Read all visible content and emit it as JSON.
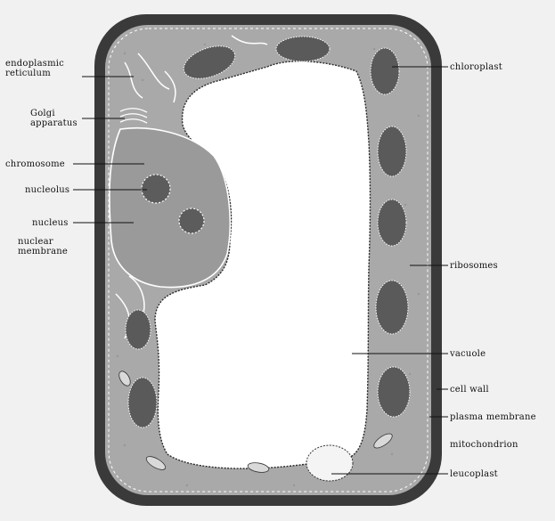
{
  "diagram": {
    "labels_left": [
      {
        "id": "endoplasmic-reticulum",
        "lines": [
          "endoplasmic",
          "reticulum"
        ]
      },
      {
        "id": "golgi-apparatus",
        "lines": [
          "Golgi",
          "apparatus"
        ]
      },
      {
        "id": "chromosome",
        "lines": [
          "chromosome"
        ]
      },
      {
        "id": "nucleolus",
        "lines": [
          "nucleolus"
        ]
      },
      {
        "id": "nucleus",
        "lines": [
          "nucleus"
        ]
      },
      {
        "id": "nuclear-membrane",
        "lines": [
          "nuclear",
          "membrane"
        ]
      }
    ],
    "labels_right": [
      {
        "id": "chloroplast",
        "lines": [
          "chloroplast"
        ]
      },
      {
        "id": "ribosomes",
        "lines": [
          "ribosomes"
        ]
      },
      {
        "id": "vacuole",
        "lines": [
          "vacuole"
        ]
      },
      {
        "id": "cell-wall",
        "lines": [
          "cell wall"
        ]
      },
      {
        "id": "plasma-membrane",
        "lines": [
          "plasma membrane"
        ]
      },
      {
        "id": "mitochondrion",
        "lines": [
          "mitochondrion"
        ]
      },
      {
        "id": "leucoplast",
        "lines": [
          "leucoplast"
        ]
      }
    ],
    "colors": {
      "background": "#f1f1f1",
      "cell_wall": "#3a3a3a",
      "cytoplasm": "#a9a9a9",
      "vacuole": "#ffffff",
      "organelle": "#5a5a5a",
      "line": "#111111"
    }
  }
}
